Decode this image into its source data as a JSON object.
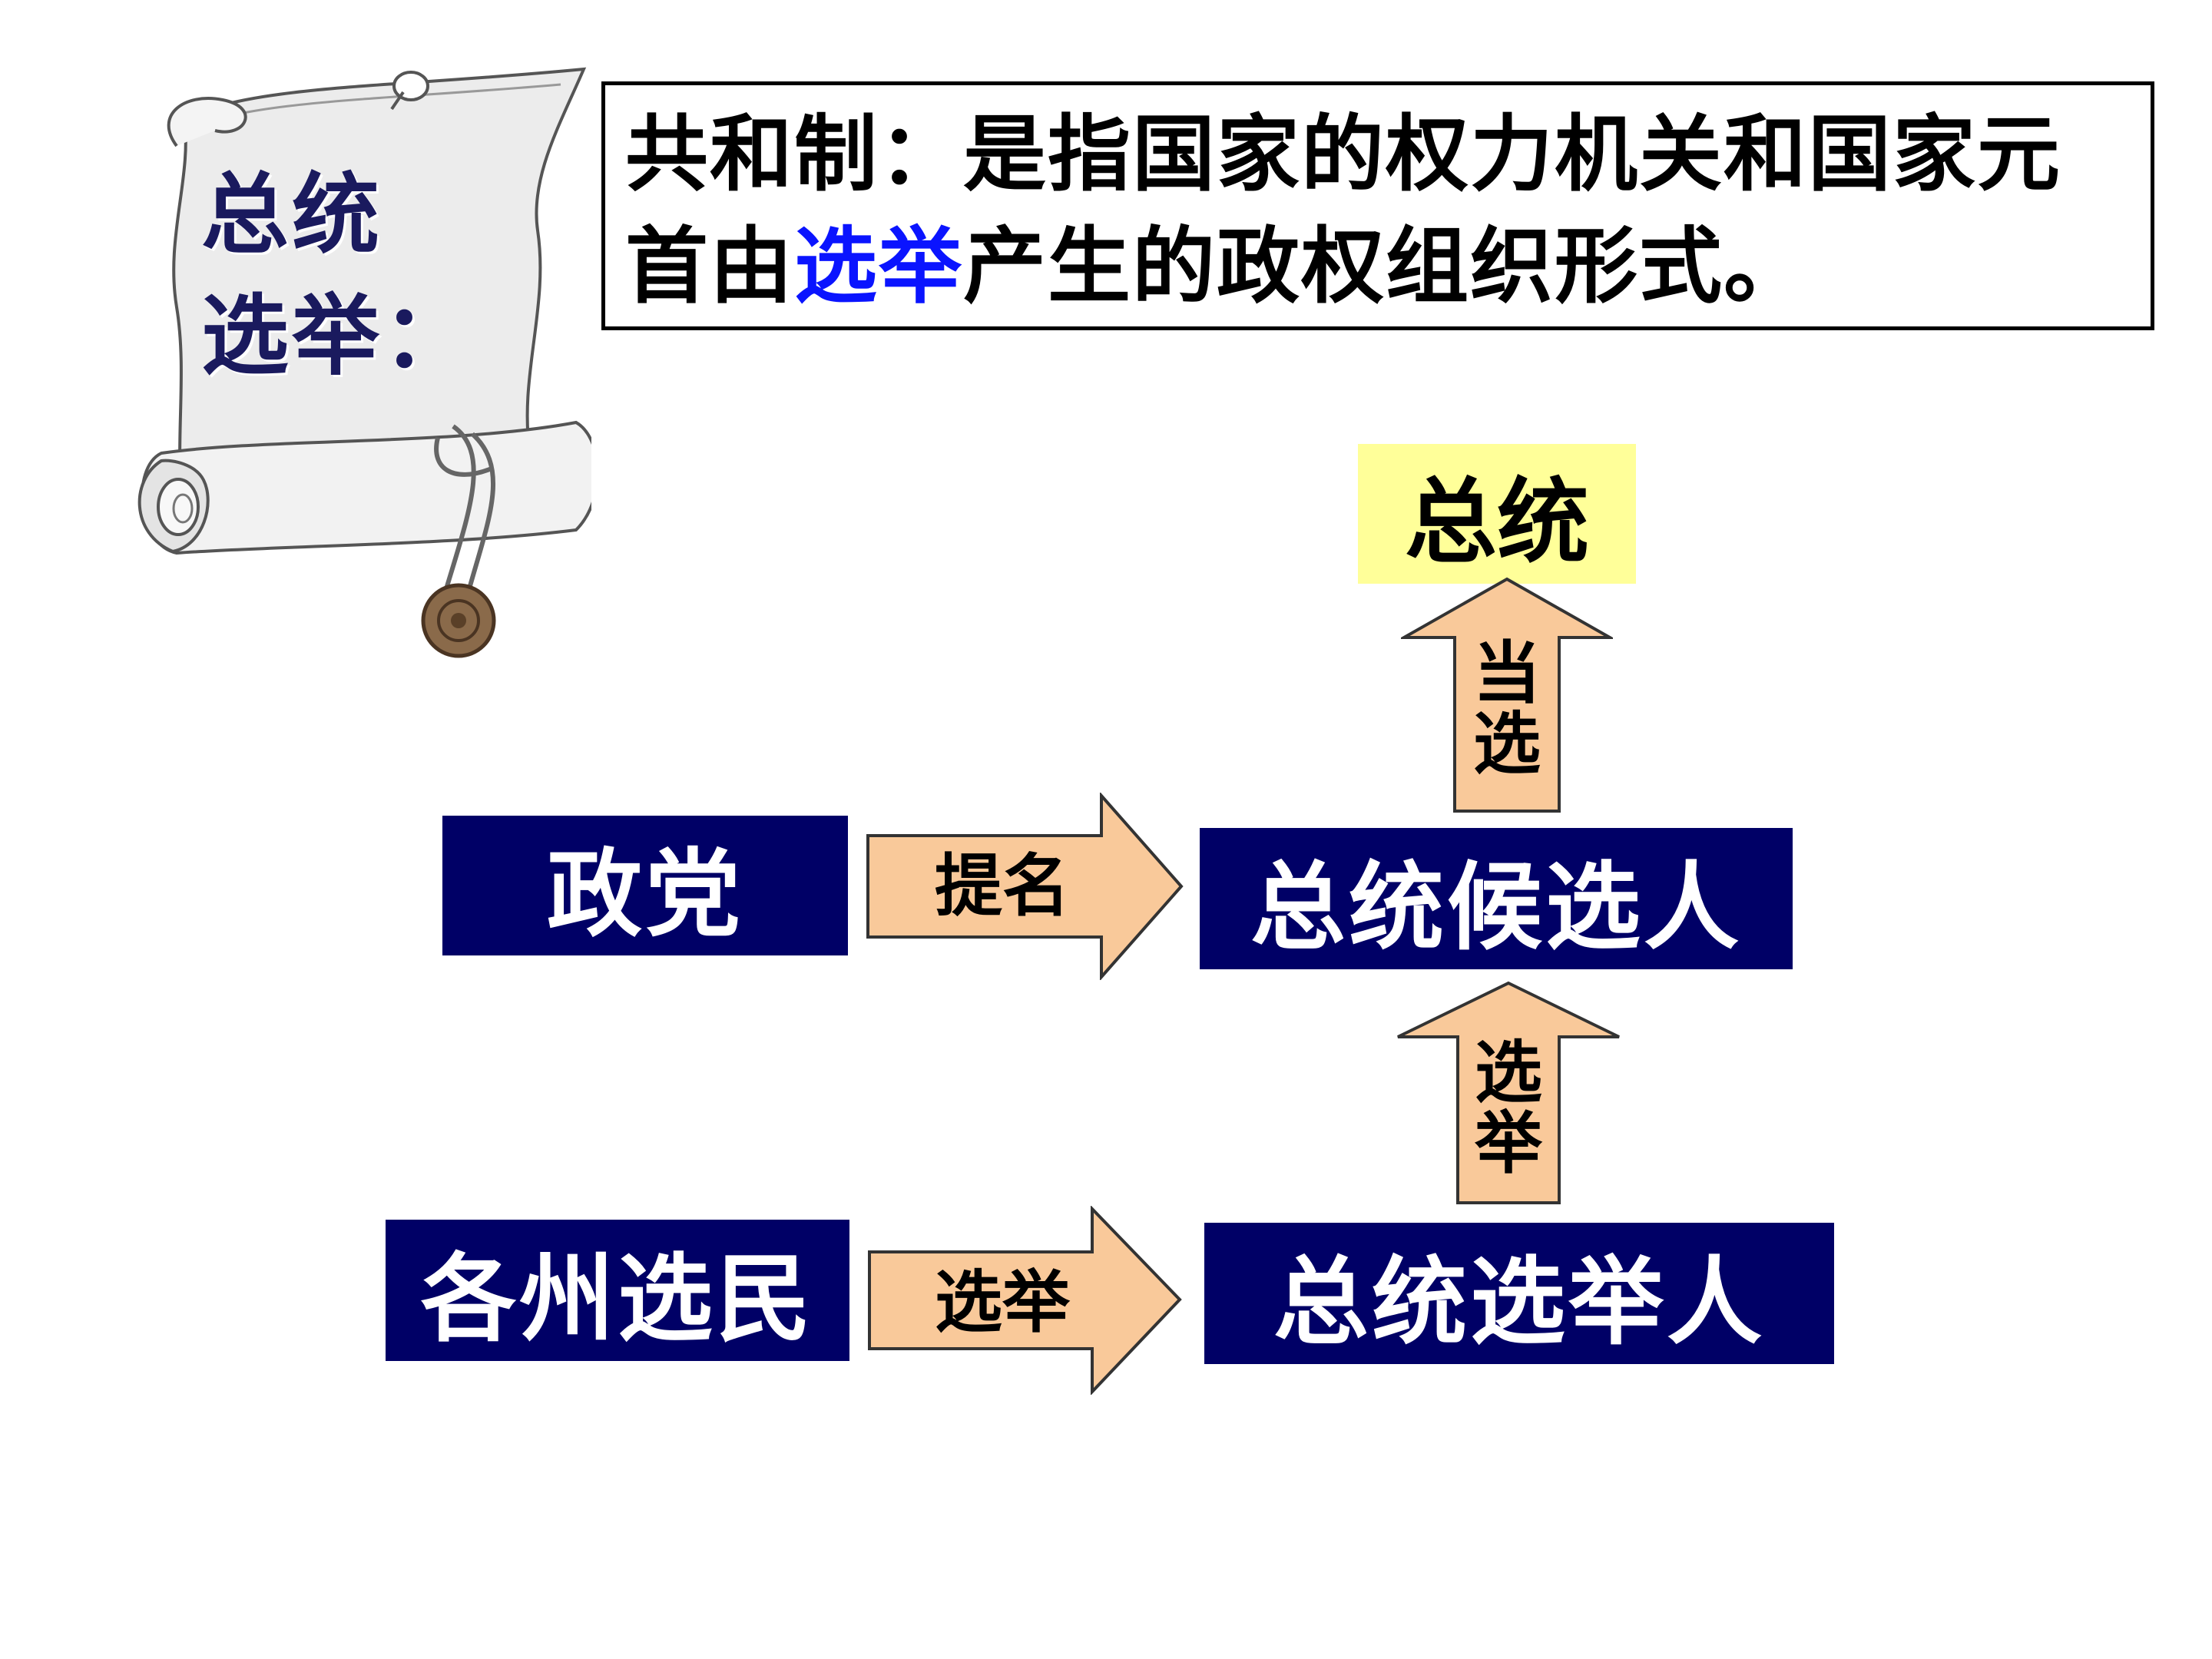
{
  "scroll": {
    "title_line1": "总统",
    "title_line2": "选举："
  },
  "definition": {
    "part1": "共和制：是指国家的权力机关和国家元首由",
    "highlight": "选举",
    "part2": "产生的政权组织形式。",
    "highlight_color": "#0a14ff"
  },
  "diagram": {
    "president": "总统",
    "elected_label": [
      "当",
      "选"
    ],
    "candidate": "总统候选人",
    "elect_up_label": [
      "选",
      "举"
    ],
    "party": "政党",
    "nominate_label": "提名",
    "voters": "各州选民",
    "elect_label": "选举",
    "electors": "总统选举人"
  },
  "colors": {
    "navy": "#000066",
    "president_bg": "#ffff99",
    "arrow_fill": "#f9c99a"
  }
}
